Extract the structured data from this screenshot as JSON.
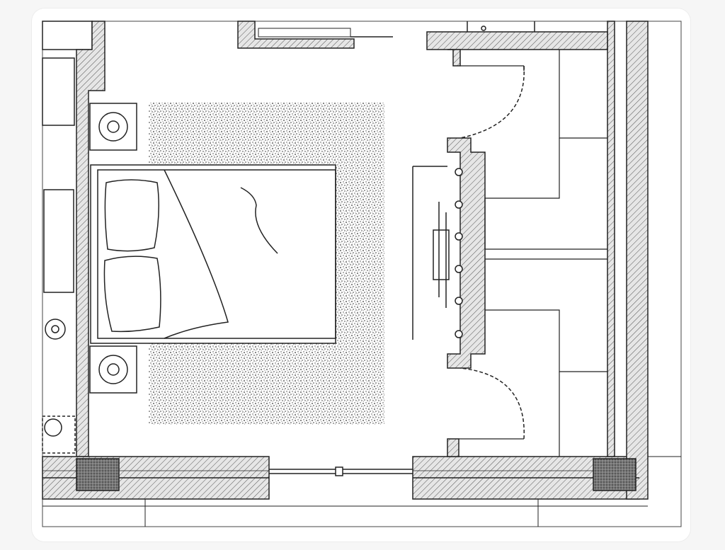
{
  "plan": {
    "title": "",
    "colors": {
      "line": "#222222",
      "hatch_fill": "#d9d9d9",
      "rug": "#bdbdbd",
      "column": "#8a8a8a",
      "background": "#ffffff"
    },
    "rooms": [
      "bedroom",
      "walk-in-closet-upper",
      "walk-in-closet-lower"
    ],
    "furniture": [
      "bed",
      "pillow",
      "pillow",
      "rug",
      "nightstand",
      "nightstand",
      "lamp",
      "lamp",
      "closet-door",
      "closet-door",
      "window"
    ]
  }
}
